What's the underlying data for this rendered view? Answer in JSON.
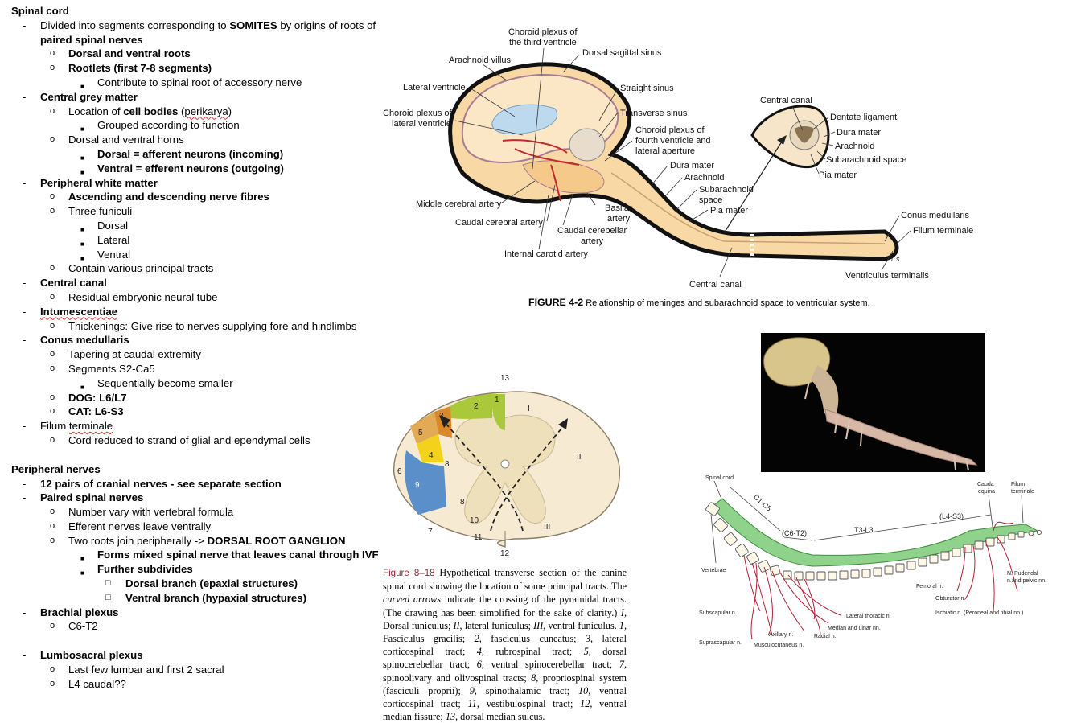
{
  "notes": {
    "spinal_cord": {
      "heading": "Spinal cord",
      "items": [
        {
          "t": "Divided into segments corresponding to ",
          "b": "SOMITES",
          "t2": " by origins of roots of",
          "t3": "paired spinal nerves"
        },
        {
          "dorsal_ventral_roots": "Dorsal and ventral roots"
        },
        {
          "rootlets": "Rootlets (first 7-8 segments)"
        },
        {
          "contribute": "Contribute to spinal root of accessory nerve"
        }
      ],
      "central_grey": "Central grey matter",
      "location_of": "Location of ",
      "cell_bodies": "cell bodies",
      "perikarya_open": " (",
      "perikarya": "perikarya",
      "perikarya_close": ")",
      "grouped": "Grouped according to function",
      "horns": "Dorsal and ventral horns",
      "dorsal_afferent": "Dorsal = afferent neurons (incoming)",
      "ventral_efferent": "Ventral = efferent neurons (outgoing)",
      "peripheral_white": "Peripheral white matter",
      "ascending": "Ascending and descending nerve fibres",
      "three_funiculi": "Three funiculi",
      "dorsal": "Dorsal",
      "lateral": "Lateral",
      "ventral": "Ventral",
      "contain_tracts": "Contain various principal tracts",
      "central_canal": "Central canal",
      "residual": "Residual embryonic neural tube",
      "intumescentiae": "Intumescentiae",
      "thickenings": "Thickenings: Give rise to nerves supplying fore and hindlimbs",
      "conus": "Conus medullaris",
      "tapering": "Tapering at caudal extremity",
      "segments": "Segments S2-Ca5",
      "sequentially": "Sequentially become smaller",
      "dog": "DOG: L6/L7",
      "cat": "CAT: L6-S3",
      "filum_pre": "Filum ",
      "filum_sq": "terminale",
      "cord_reduced": "Cord reduced to strand of glial and ependymal cells"
    },
    "peripheral": {
      "heading": "Peripheral nerves",
      "cranial": "12 pairs of cranial nerves - see separate section",
      "paired": "Paired spinal nerves",
      "number_vary": "Number vary with vertebral formula",
      "efferent": "Efferent nerves leave ventrally",
      "two_roots": "Two roots join peripherally -> ",
      "drg": "DORSAL ROOT GANGLION",
      "forms_mixed": "Forms mixed spinal nerve that leaves canal through IVF",
      "further": "Further subdivides",
      "dorsal_branch": "Dorsal branch (epaxial structures)",
      "ventral_branch": "Ventral branch (hypaxial structures)",
      "brachial": "Brachial plexus",
      "c6t2": "C6-T2",
      "lumbosacral": "Lumbosacral plexus",
      "last_few": "Last few lumbar and first 2 sacral",
      "l4caudal": "L4 caudal??"
    },
    "markers": {
      "l1": "-",
      "l2": "o",
      "l3": "■",
      "l4": "□"
    }
  },
  "figure42": {
    "caption_num": "FIGURE 4-2",
    "caption_text": " Relationship of meninges and subarachnoid space to ventricular system.",
    "labels": {
      "choroid_third_1": "Choroid plexus of",
      "choroid_third_2": "the third ventricle",
      "arachnoid_villus": "Arachnoid villus",
      "dorsal_sagittal": "Dorsal sagittal sinus",
      "lateral_ventricle": "Lateral ventricle",
      "straight_sinus": "Straight sinus",
      "choroid_lat_1": "Choroid plexus of",
      "choroid_lat_2": "lateral ventricle",
      "transverse_sinus": "Transverse sinus",
      "choroid_fourth_1": "Choroid plexus of",
      "choroid_fourth_2": "fourth ventricle and",
      "choroid_fourth_3": "lateral aperture",
      "dura": "Dura mater",
      "arachnoid": "Arachnoid",
      "subarach_1": "Subarachnoid",
      "subarach_2": "space",
      "pia": "Pia mater",
      "middle_cerebral": "Middle cerebral artery",
      "caudal_cerebral": "Caudal cerebral artery",
      "basilar_1": "Basilar",
      "basilar_2": "artery",
      "caudal_cerebellar_1": "Caudal cerebellar",
      "caudal_cerebellar_2": "artery",
      "internal_carotid": "Internal carotid artery",
      "central_canal_bottom": "Central canal",
      "central_canal_top": "Central canal",
      "dentate": "Dentate ligament",
      "x_dura": "Dura mater",
      "x_arachnoid": "Arachnoid",
      "x_subarach": "Subarachnoid space",
      "x_pia": "Pia mater",
      "conus": "Conus medullaris",
      "filum": "Filum terminale",
      "ventriculus": "Ventriculus terminalis",
      "ls": "L S"
    }
  },
  "figure818": {
    "numbers": [
      "13",
      "1",
      "2",
      "3",
      "5",
      "4",
      "8",
      "6",
      "9",
      "8",
      "10",
      "7",
      "11",
      "12"
    ],
    "roman": [
      "I",
      "II",
      "III"
    ],
    "caption_num": "Figure 8–18",
    "caption_parts": [
      "   Hypothetical transverse section of the canine spinal cord showing the location of some principal tracts. The ",
      "curved arrows",
      " indicate the crossing of the pyramidal tracts. (The drawing has been simplified for the sake of clarity.) ",
      "I,",
      " Dorsal funiculus; ",
      "II,",
      " lateral funiculus; ",
      "III,",
      " ventral funiculus. ",
      "1,",
      " Fasciculus gracilis; ",
      "2,",
      " fasciculus cuneatus; ",
      "3,",
      " lateral corticospinal tract; ",
      "4,",
      " rubrospinal tract; ",
      "5,",
      " dorsal spinocerebellar tract; ",
      "6,",
      " ventral spinocerebellar tract; ",
      "7,",
      " spinoolivary and olivospinal tracts; ",
      "8,",
      " propriospinal system (fasciculi proprii); ",
      "9,",
      " spinothalamic tract; ",
      "10,",
      " ventral corticospinal tract; ",
      "11,",
      " vestibulospinal tract; ",
      "12,",
      " ventral median fissure; ",
      "13,",
      " dorsal median sulcus."
    ]
  },
  "figure_nerves": {
    "spinal_cord": "Spinal cord",
    "c1c5": "C1-C5",
    "c6t2": "(C6-T2)",
    "t3l3": "T3-L3",
    "l4s3": "(L4-S3)",
    "cauda_1": "Cauda",
    "cauda_2": "equina",
    "filum_1": "Filum",
    "filum_2": "terminale",
    "vertebrae": "Vertebrae",
    "pudendal_1": "N. Pudendal",
    "pudendal_2": "n.and pelvic nn.",
    "femoral": "Femoral n.",
    "obturator": "Obturator n.",
    "ischiatic": "Ischiatic n. (Peroneal and tibial nn.)",
    "subscapular": "Subscapular n.",
    "lateral_thoracic": "Lateral thoracic n.",
    "median_ulnar": "Median and ulnar nn.",
    "radial": "Radial n.",
    "axillary": "Axillary n.",
    "suprascapular": "Suprascapular n.",
    "musculocutaneous": "Musculocutaneus n."
  },
  "colors": {
    "cord_green": "#8fd28b",
    "nerve_red": "#b32034",
    "csf_fill": "#f8d9a6",
    "tract_blue": "#5b8fc9",
    "tract_yellow": "#f3d21c",
    "tract_green": "#a9c83a",
    "tract_orange": "#d9892c"
  }
}
